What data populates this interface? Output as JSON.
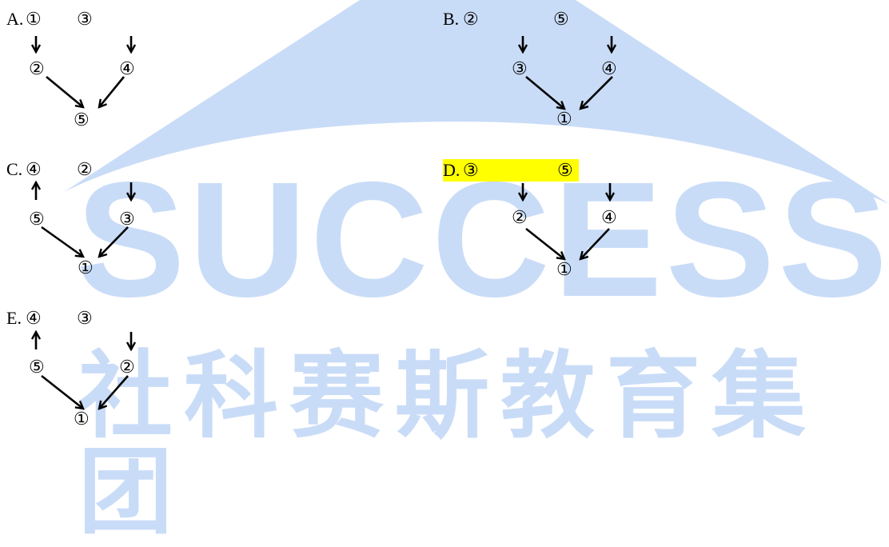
{
  "colors": {
    "watermark": "#c9dcf7",
    "highlight": "#ffff00",
    "ink": "#000000"
  },
  "watermark": {
    "english": "SUCCESS",
    "chinese": "社科赛斯教育集团"
  },
  "options": [
    {
      "id": "A",
      "prefix": "A.",
      "top_left": "①",
      "top_right": "③",
      "mid_left": "②",
      "mid_right": "④",
      "bottom": "⑤",
      "left_direction": "down",
      "highlighted": false
    },
    {
      "id": "B",
      "prefix": "B.",
      "top_left": "②",
      "top_right": "⑤",
      "mid_left": "③",
      "mid_right": "④",
      "bottom": "①",
      "left_direction": "down",
      "highlighted": false
    },
    {
      "id": "C",
      "prefix": "C.",
      "top_left": "④",
      "top_right": "②",
      "mid_left": "⑤",
      "mid_right": "③",
      "bottom": "①",
      "left_direction": "up",
      "highlighted": false
    },
    {
      "id": "D",
      "prefix": "D.",
      "top_left": "③",
      "top_right": "⑤",
      "mid_left": "②",
      "mid_right": "④",
      "bottom": "①",
      "left_direction": "down",
      "highlighted": true
    },
    {
      "id": "E",
      "prefix": "E.",
      "top_left": "④",
      "top_right": "③",
      "mid_left": "⑤",
      "mid_right": "②",
      "bottom": "①",
      "left_direction": "up",
      "highlighted": false
    }
  ]
}
